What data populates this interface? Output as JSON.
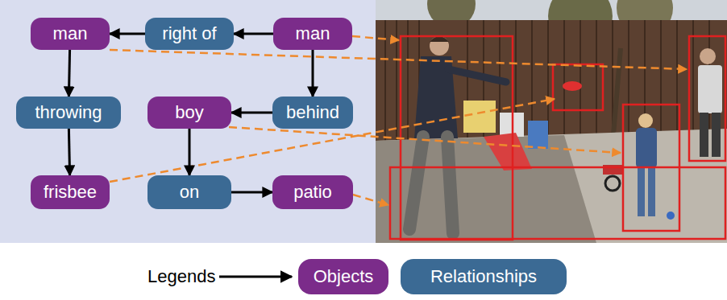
{
  "diagram": {
    "nodes": [
      {
        "text": [
          "man"
        ]
      },
      {
        "text": [
          "right of"
        ]
      },
      {
        "text": [
          "man"
        ]
      },
      {
        "text": [
          "throwing"
        ]
      },
      {
        "text": [
          "boy"
        ]
      },
      {
        "text": [
          "behind"
        ]
      },
      {
        "text": [
          "frisbee"
        ]
      },
      {
        "text": [
          "on"
        ]
      },
      {
        "text": [
          "patio"
        ]
      }
    ],
    "edges": [
      {
        "from": 2,
        "to": 1,
        "arrow": "to"
      },
      {
        "from": 1,
        "to": 0,
        "arrow": "to"
      },
      {
        "from": 0,
        "to": 3,
        "arrow": "to"
      },
      {
        "from": 3,
        "to": 6,
        "arrow": "to"
      },
      {
        "from": 2,
        "to": 5,
        "arrow": "to"
      },
      {
        "from": 5,
        "to": 4,
        "arrow": "to"
      },
      {
        "from": 4,
        "to": 7,
        "arrow": "to"
      },
      {
        "from": 7,
        "to": 8,
        "arrow": "to"
      }
    ],
    "labels": [
      "Legends"
    ],
    "legend": [
      {
        "text": "Objects",
        "color": "#7b2c8a"
      },
      {
        "text": "Relationships",
        "color": "#3b6a94"
      }
    ]
  }
}
